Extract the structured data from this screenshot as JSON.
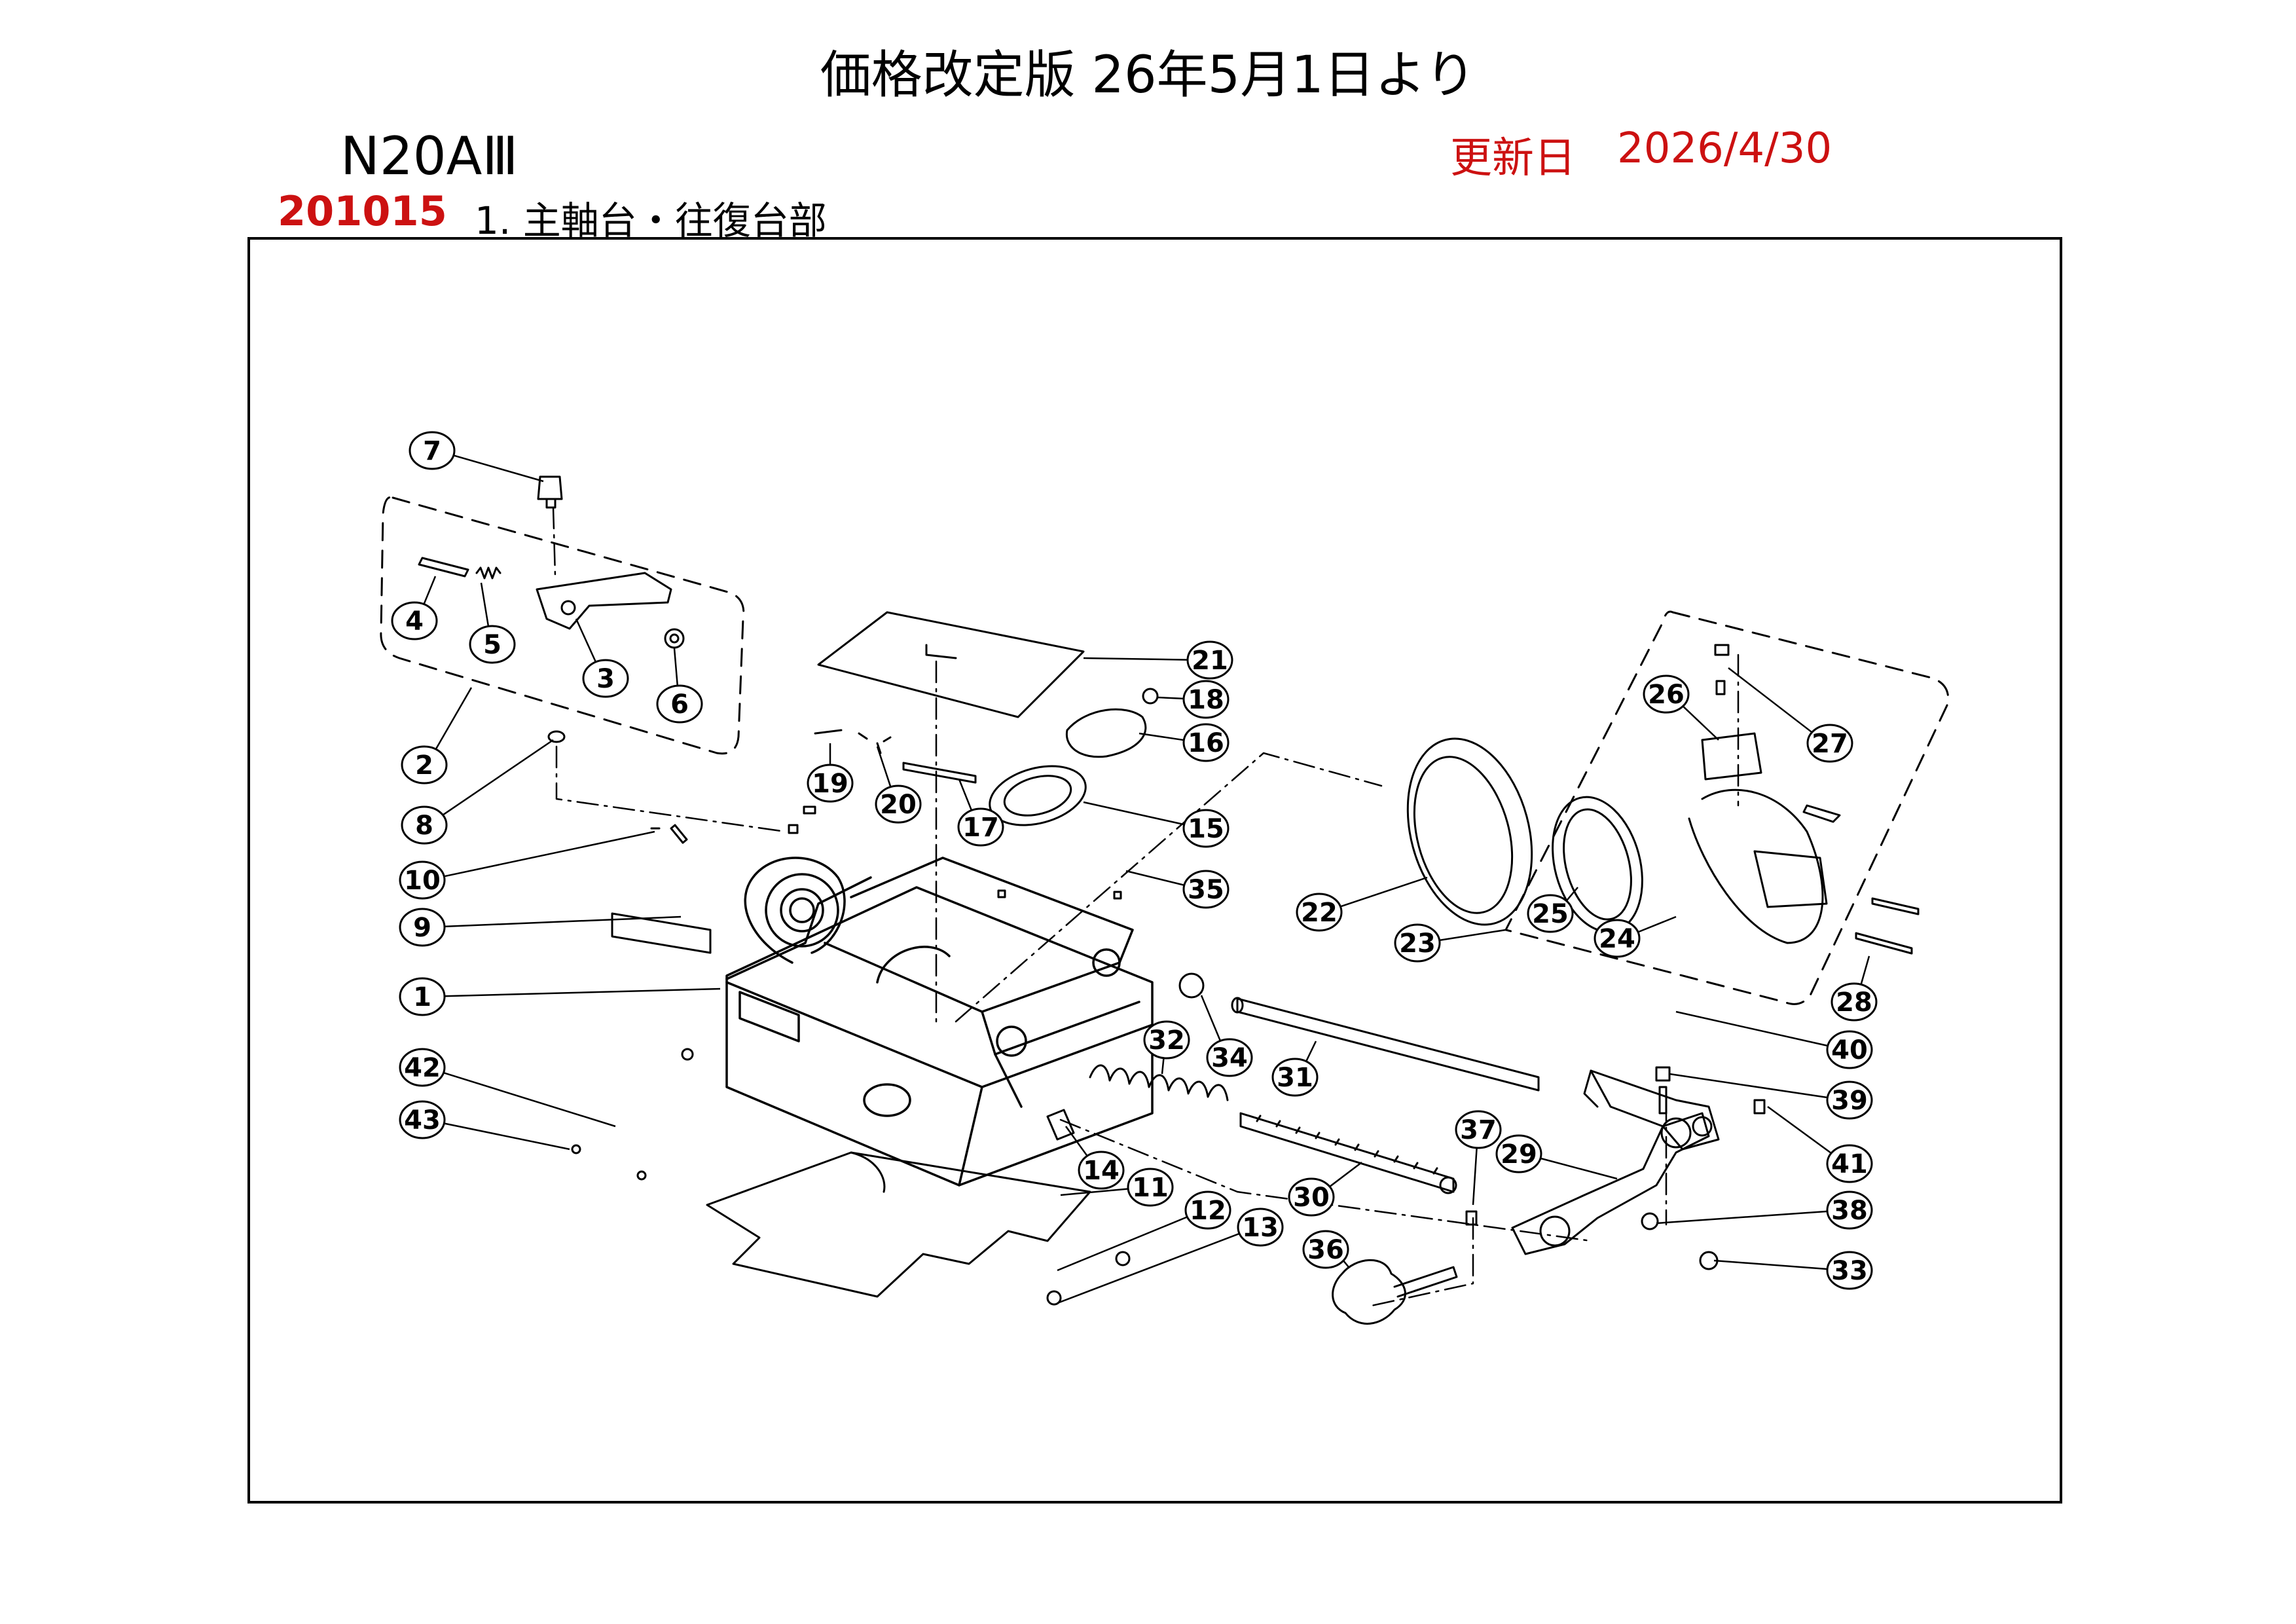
{
  "header": {
    "title": "価格改定版 26年5月1日より",
    "model": "N20AⅢ",
    "update_label": "更新日",
    "update_date": "2026/4/30",
    "section_code": "201015",
    "section_name": "1. 主軸台・往復台部"
  },
  "colors": {
    "accent_red": "#cc1111",
    "line": "#000000"
  },
  "parts": [
    "1",
    "2",
    "3",
    "4",
    "5",
    "6",
    "7",
    "8",
    "9",
    "10",
    "11",
    "12",
    "13",
    "14",
    "15",
    "16",
    "17",
    "18",
    "19",
    "20",
    "21",
    "22",
    "23",
    "24",
    "25",
    "26",
    "27",
    "28",
    "29",
    "30",
    "31",
    "32",
    "33",
    "34",
    "35",
    "36",
    "37",
    "38",
    "39",
    "40",
    "41",
    "42",
    "43"
  ]
}
